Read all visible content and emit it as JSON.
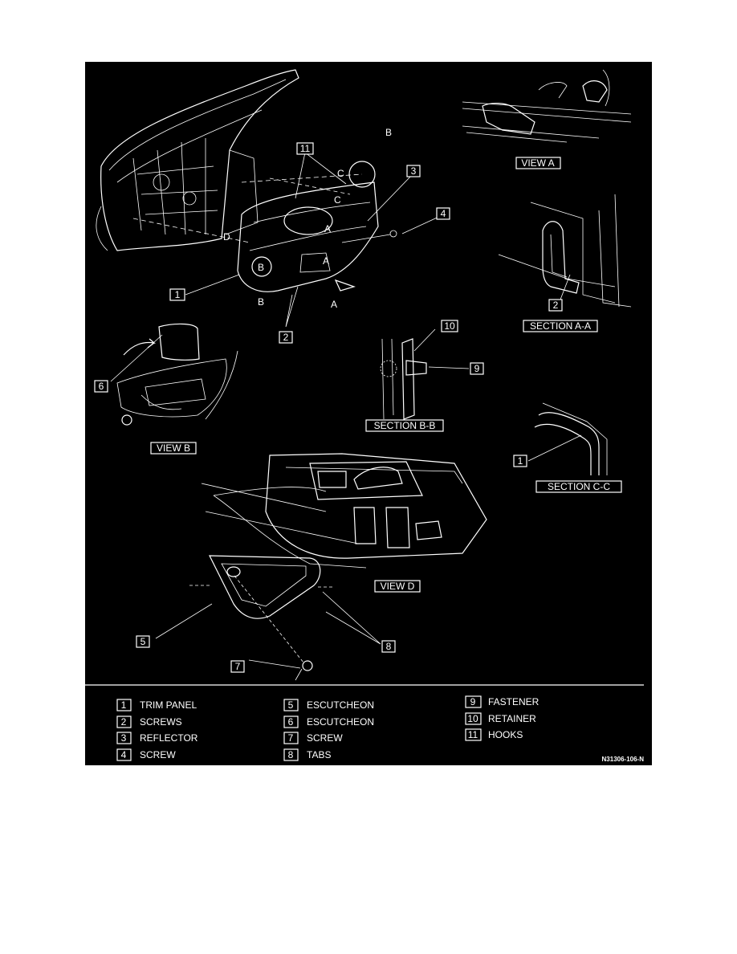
{
  "callouts": [
    "1",
    "2",
    "3",
    "4",
    "5",
    "6",
    "7",
    "8",
    "9",
    "10",
    "11"
  ],
  "view_labels": {
    "view_a": "VIEW A",
    "view_b": "VIEW B",
    "view_d": "VIEW D",
    "section_aa": "SECTION A-A",
    "section_bb": "SECTION B-B",
    "section_cc": "SECTION C-C"
  },
  "letters": {
    "a": "A",
    "b": "B",
    "c": "C",
    "d": "D"
  },
  "legend": [
    {
      "num": "1",
      "text": "TRIM PANEL"
    },
    {
      "num": "2",
      "text": "SCREWS"
    },
    {
      "num": "3",
      "text": "REFLECTOR"
    },
    {
      "num": "4",
      "text": "SCREW"
    },
    {
      "num": "5",
      "text": "ESCUTCHEON"
    },
    {
      "num": "6",
      "text": "ESCUTCHEON"
    },
    {
      "num": "7",
      "text": "SCREW"
    },
    {
      "num": "8",
      "text": "TABS"
    },
    {
      "num": "9",
      "text": "FASTENER"
    },
    {
      "num": "10",
      "text": "RETAINER"
    },
    {
      "num": "11",
      "text": "HOOKS"
    }
  ],
  "figure_id": "N31306-106-N",
  "colors": {
    "background": "#000000",
    "line": "#ffffff",
    "page": "#ffffff"
  }
}
